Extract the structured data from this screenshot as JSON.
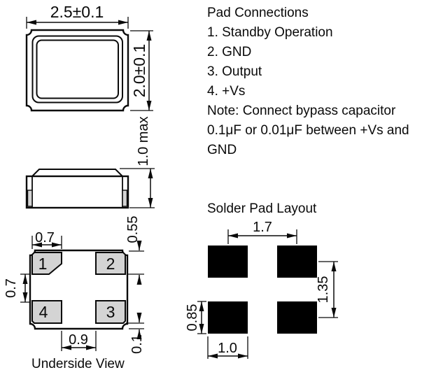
{
  "top_view": {
    "width_dim": "2.5±0.1",
    "height_dim": "2.0±0.1"
  },
  "side_view": {
    "height_dim": "1.0 max"
  },
  "underside_view": {
    "title": "Underside View",
    "pad_labels": [
      "1",
      "2",
      "3",
      "4"
    ],
    "dim_pad_width": "0.7",
    "dim_pad_gap": "0.7",
    "dim_pad_spacing": "0.9",
    "dim_pad_height": "0.55",
    "dim_edge_gap": "0.1"
  },
  "solder_pad_layout": {
    "title": "Solder Pad Layout",
    "dim_horizontal_pitch": "1.7",
    "dim_vertical_pitch": "1.35",
    "dim_pad_height": "0.85",
    "dim_pad_width": "1.0"
  },
  "pad_connections": {
    "title": "Pad Connections",
    "items": [
      "1. Standby Operation",
      "2. GND",
      "3. Output",
      "4. +Vs"
    ],
    "note_lines": [
      "Note: Connect bypass capacitor",
      "0.1μF or 0.01μF between +Vs and",
      "GND"
    ]
  },
  "colors": {
    "line": "#0a0a0a",
    "pad_fill": "#d4d4d4",
    "solder_pad_fill": "#000000",
    "background": "#ffffff"
  }
}
